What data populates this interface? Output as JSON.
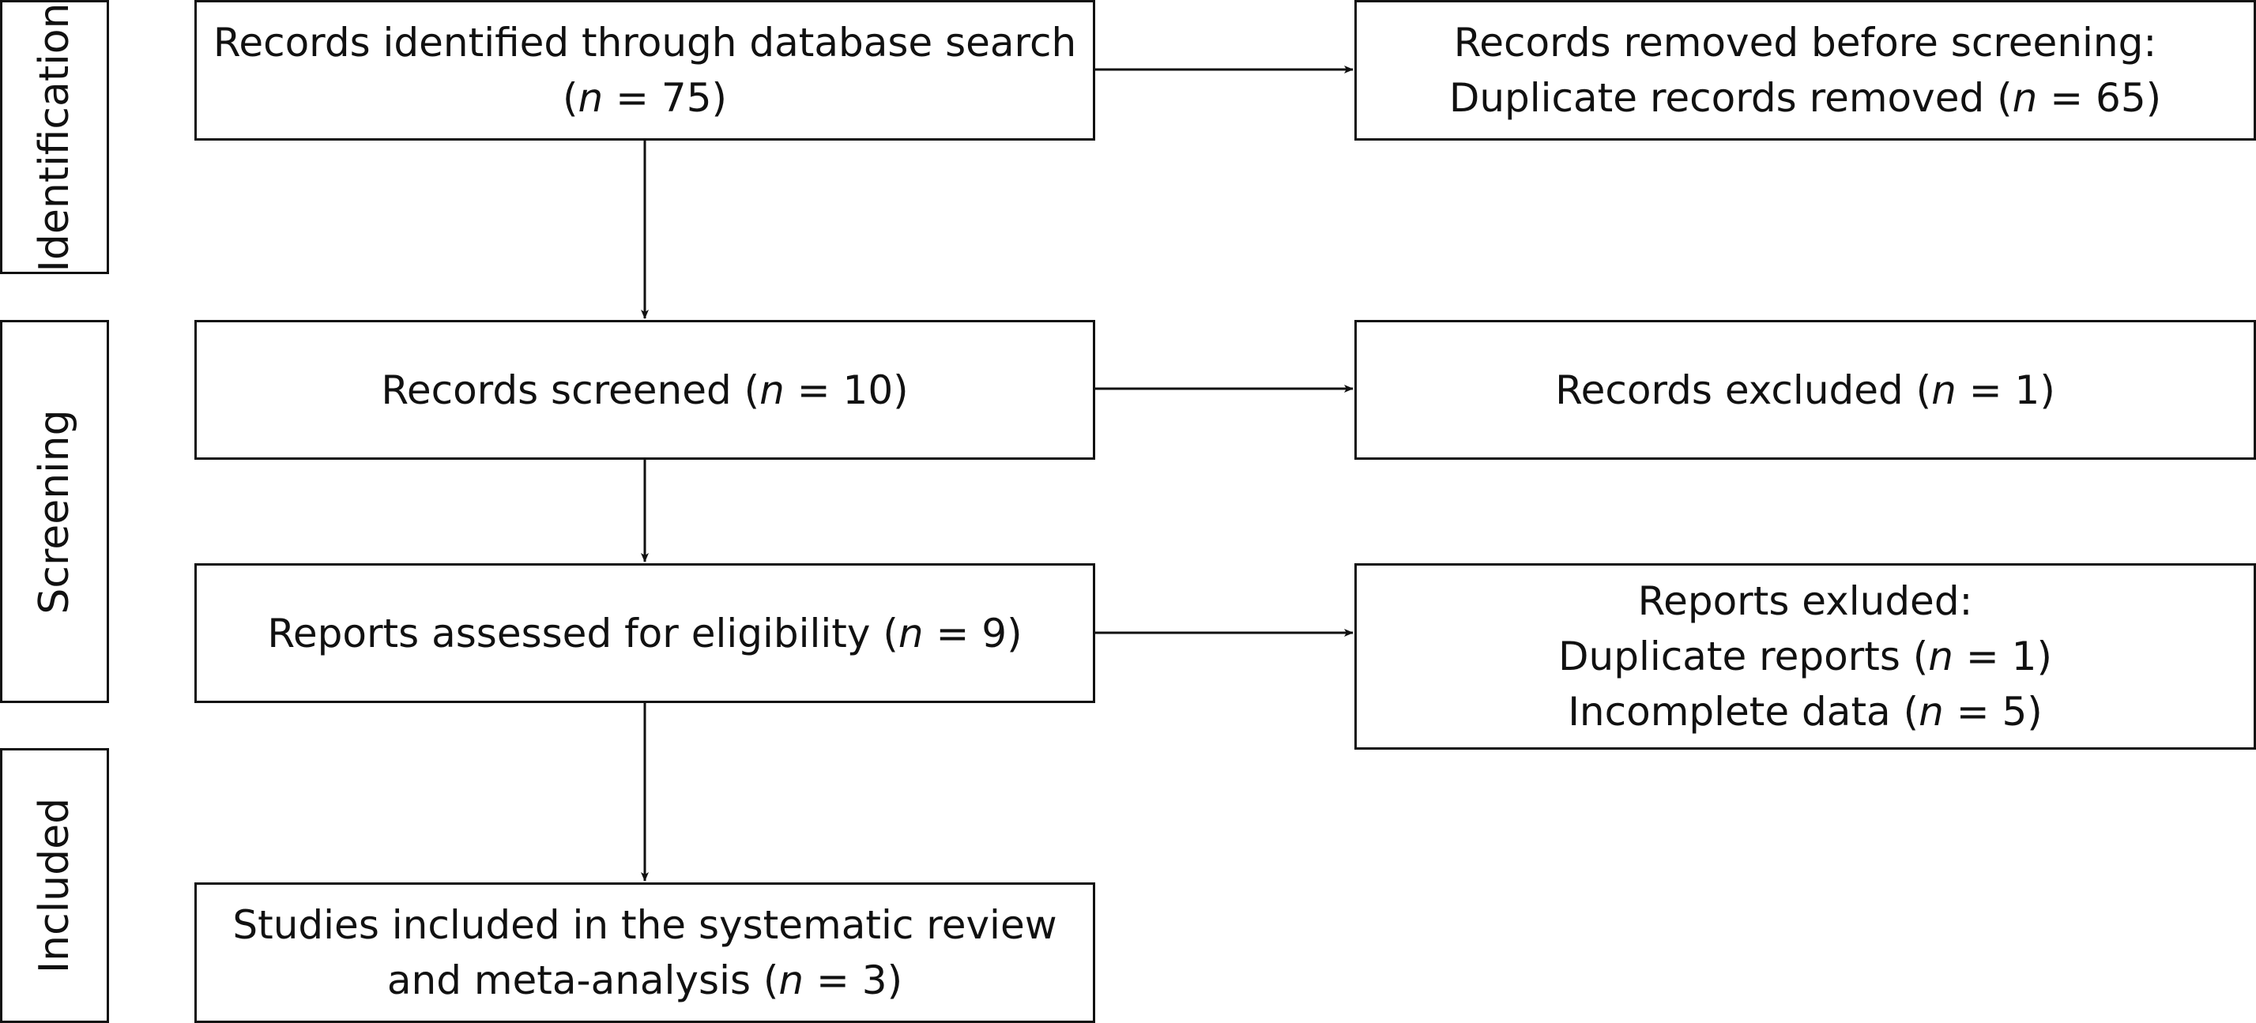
{
  "stages": [
    {
      "id": "identification",
      "label": "Identification"
    },
    {
      "id": "screening",
      "label": "Screening"
    },
    {
      "id": "included",
      "label": "Included"
    }
  ],
  "boxes": {
    "identified": {
      "lines": [
        {
          "pre": "Records identified through database search",
          "n": "",
          "post": ""
        },
        {
          "pre": "(",
          "n": "n",
          "post": " = 75)"
        }
      ]
    },
    "removed": {
      "lines": [
        {
          "pre": "Records removed before screening:",
          "n": "",
          "post": ""
        },
        {
          "pre": "Duplicate records removed (",
          "n": "n",
          "post": " = 65)"
        }
      ]
    },
    "screened": {
      "lines": [
        {
          "pre": "Records screened (",
          "n": "n",
          "post": " = 10)"
        }
      ]
    },
    "excluded": {
      "lines": [
        {
          "pre": "Records excluded (",
          "n": "n",
          "post": " = 1)"
        }
      ]
    },
    "assessed": {
      "lines": [
        {
          "pre": "Reports assessed for eligibility (",
          "n": "n",
          "post": " = 9)"
        }
      ]
    },
    "reports_excluded": {
      "lines": [
        {
          "pre": "Reports exluded:",
          "n": "",
          "post": ""
        },
        {
          "pre": "Duplicate reports (",
          "n": "n",
          "post": " = 1)"
        },
        {
          "pre": "Incomplete data (",
          "n": "n",
          "post": " = 5)"
        }
      ]
    },
    "included": {
      "lines": [
        {
          "pre": "Studies included in the systematic review",
          "n": "",
          "post": ""
        },
        {
          "pre": "and meta-analysis (",
          "n": "n",
          "post": " = 3)"
        }
      ]
    }
  }
}
